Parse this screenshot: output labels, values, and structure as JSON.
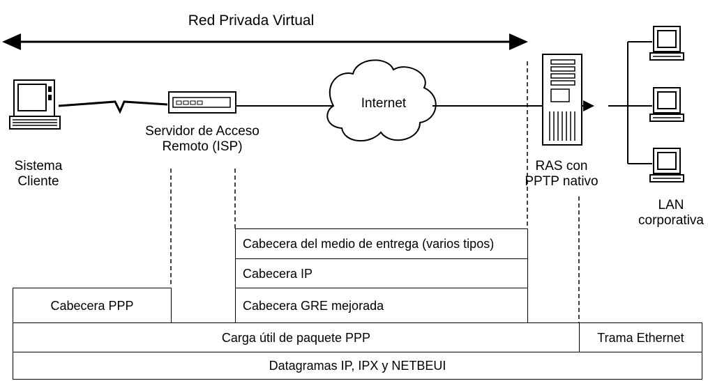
{
  "title": "Red Privada Virtual",
  "nodes": {
    "client": [
      "Sistema",
      "Cliente"
    ],
    "isp": [
      "Servidor de Acceso",
      "Remoto (ISP)"
    ],
    "internet": "Internet",
    "ras": [
      "RAS con",
      "PPTP nativo"
    ],
    "lan": [
      "LAN",
      "corporativa"
    ]
  },
  "stack": {
    "medio": "Cabecera del medio de entrega (varios tipos)",
    "ip": "Cabecera IP",
    "gre": "Cabecera GRE mejorada",
    "ppp": "Cabecera PPP",
    "carga": "Carga útil de paquete PPP",
    "ethernet": "Trama Ethernet",
    "datagramas": "Datagramas IP, IPX y NETBEUI"
  }
}
